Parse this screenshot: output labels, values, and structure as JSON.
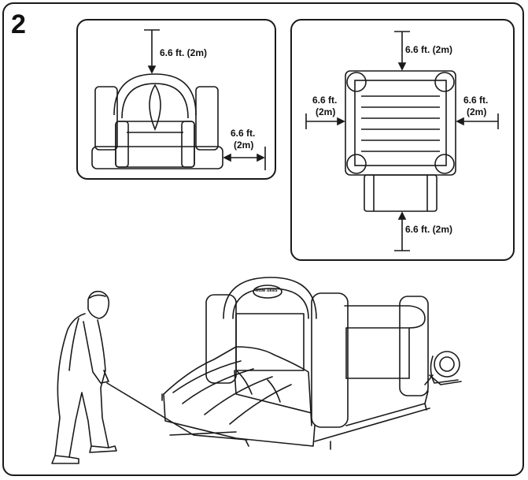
{
  "step_number": "2",
  "panel_left": {
    "top_clearance": "6.6 ft. (2m)",
    "side_clearance_line1": "6.6 ft.",
    "side_clearance_line2": "(2m)"
  },
  "panel_right": {
    "top_clearance": "6.6 ft. (2m)",
    "left_clearance_line1": "6.6 ft.",
    "left_clearance_line2": "(2m)",
    "right_clearance_line1": "6.6 ft.",
    "right_clearance_line2": "(2m)",
    "bottom_clearance": "6.6 ft. (2m)"
  },
  "scene": {
    "logo_text": "little tikes"
  }
}
